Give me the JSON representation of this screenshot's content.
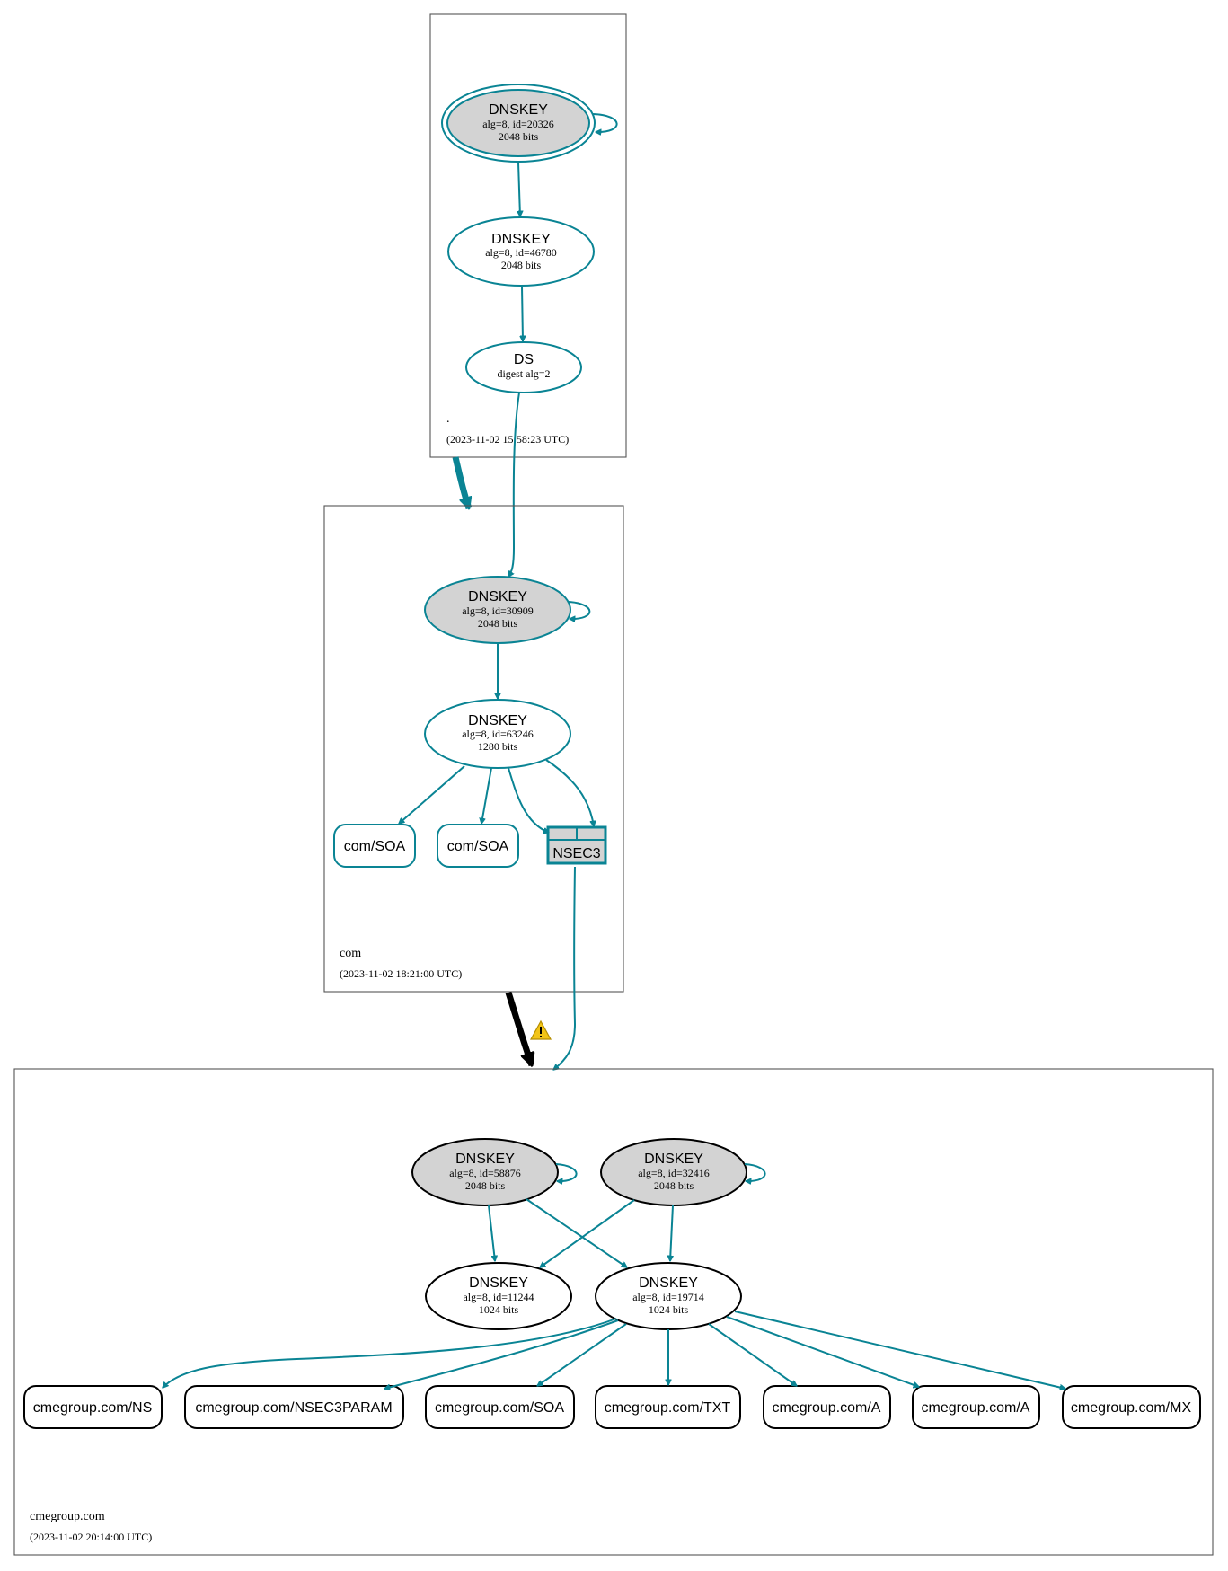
{
  "zones": {
    "root": {
      "name": ".",
      "timestamp": "(2023-11-02 15:58:23 UTC)"
    },
    "com": {
      "name": "com",
      "timestamp": "(2023-11-02 18:21:00 UTC)"
    },
    "cmegroup": {
      "name": "cmegroup.com",
      "timestamp": "(2023-11-02 20:14:00 UTC)"
    }
  },
  "nodes": {
    "root_ksk": {
      "title": "DNSKEY",
      "line1": "alg=8, id=20326",
      "line2": "2048 bits"
    },
    "root_zsk": {
      "title": "DNSKEY",
      "line1": "alg=8, id=46780",
      "line2": "2048 bits"
    },
    "root_ds": {
      "title": "DS",
      "line1": "digest alg=2"
    },
    "com_ksk": {
      "title": "DNSKEY",
      "line1": "alg=8, id=30909",
      "line2": "2048 bits"
    },
    "com_zsk": {
      "title": "DNSKEY",
      "line1": "alg=8, id=63246",
      "line2": "1280 bits"
    },
    "com_soa1": {
      "label": "com/SOA"
    },
    "com_soa2": {
      "label": "com/SOA"
    },
    "com_nsec3": {
      "label": "NSEC3"
    },
    "cme_ksk1": {
      "title": "DNSKEY",
      "line1": "alg=8, id=58876",
      "line2": "2048 bits"
    },
    "cme_ksk2": {
      "title": "DNSKEY",
      "line1": "alg=8, id=32416",
      "line2": "2048 bits"
    },
    "cme_zsk1": {
      "title": "DNSKEY",
      "line1": "alg=8, id=11244",
      "line2": "1024 bits"
    },
    "cme_zsk2": {
      "title": "DNSKEY",
      "line1": "alg=8, id=19714",
      "line2": "1024 bits"
    }
  },
  "records": [
    {
      "label": "cmegroup.com/NS"
    },
    {
      "label": "cmegroup.com/NSEC3PARAM"
    },
    {
      "label": "cmegroup.com/SOA"
    },
    {
      "label": "cmegroup.com/TXT"
    },
    {
      "label": "cmegroup.com/A"
    },
    {
      "label": "cmegroup.com/A"
    },
    {
      "label": "cmegroup.com/MX"
    }
  ],
  "colors": {
    "edge": "#0a8494",
    "ksk_fill": "#d3d3d3",
    "nsec3_fill": "#d3d3d3",
    "delegation_secure": "#0a8494",
    "delegation_insecure": "#000000",
    "warning": "#f2c418"
  },
  "icons": {
    "delegation_warning": "warning-icon"
  }
}
